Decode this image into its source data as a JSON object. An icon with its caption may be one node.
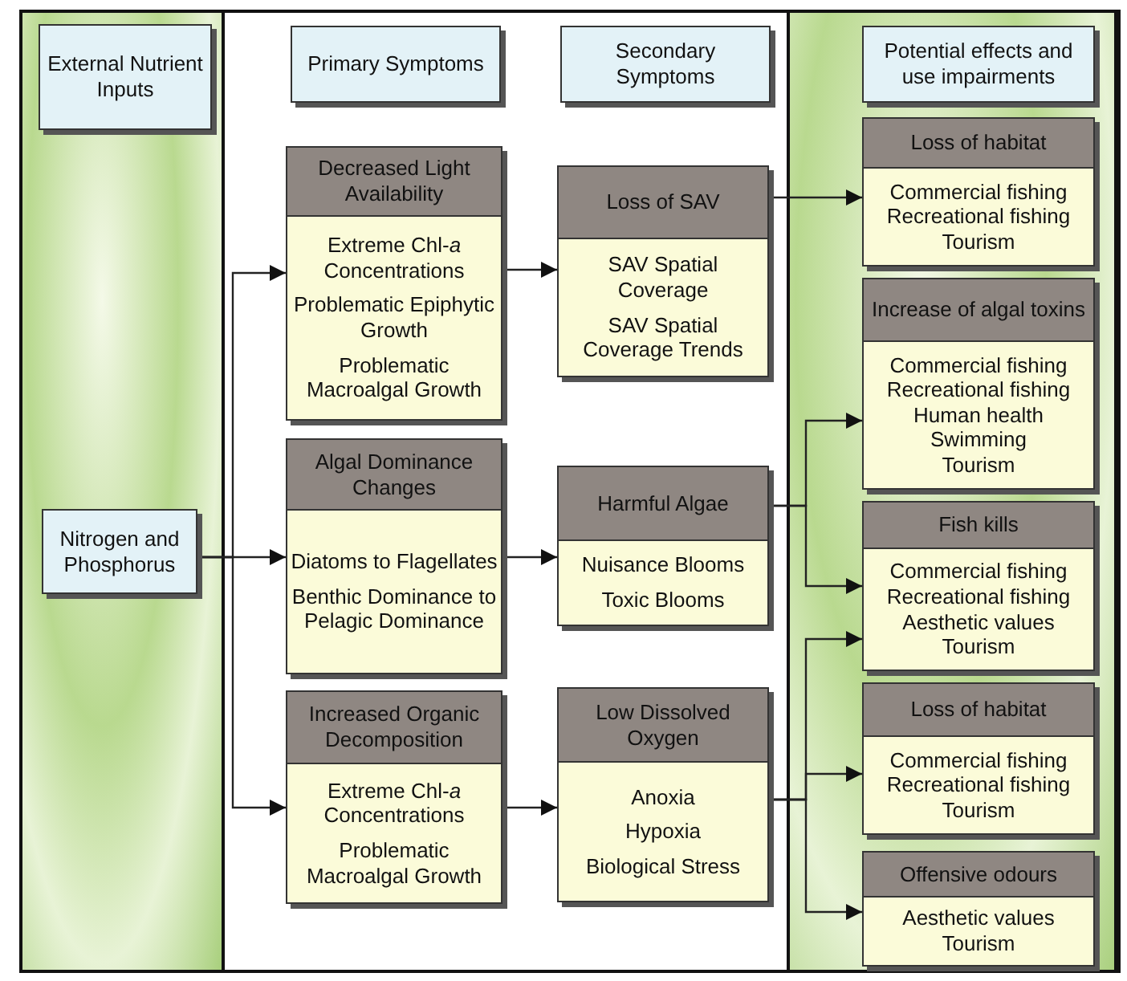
{
  "diagram": {
    "nodes": [
      {
        "text": [
          "External Nutrient Inputs"
        ]
      },
      {
        "text": [
          "Primary Symptoms"
        ]
      },
      {
        "text": [
          "Secondary Symptoms"
        ]
      },
      {
        "text": [
          "Potential effects and use impairments"
        ]
      },
      {
        "text": [
          "Nitrogen and Phosphorus"
        ]
      },
      {
        "text": [
          "Decreased Light Availability",
          "Extreme Chl-*a* Concentrations",
          "Problematic Epiphytic Growth",
          "Problematic Macroalgal Growth"
        ]
      },
      {
        "text": [
          "Algal Dominance Changes",
          "Diatoms to Flagellates",
          "Benthic Dominance to Pelagic Dominance"
        ]
      },
      {
        "text": [
          "Increased Organic Decomposition",
          "Extreme Chl-*a* Concentrations",
          "Problematic Macroalgal Growth"
        ]
      },
      {
        "text": [
          "Loss of SAV",
          "SAV Spatial Coverage",
          "SAV Spatial Coverage Trends"
        ]
      },
      {
        "text": [
          "Harmful Algae",
          "Nuisance Blooms",
          "Toxic Blooms"
        ]
      },
      {
        "text": [
          "Low Dissolved Oxygen",
          "Anoxia",
          "Hypoxia",
          "Biological Stress"
        ]
      },
      {
        "text": [
          "Loss of habitat",
          "Commercial fishing",
          "Recreational fishing",
          "Tourism"
        ]
      },
      {
        "text": [
          "Increase of algal toxins",
          "Commercial fishing",
          "Recreational fishing",
          "Human health",
          "Swimming",
          "Tourism"
        ]
      },
      {
        "text": [
          "Fish kills",
          "Commercial fishing",
          "Recreational fishing",
          "Aesthetic values",
          "Tourism"
        ]
      },
      {
        "text": [
          "Loss of habitat",
          "Commercial fishing",
          "Recreational fishing",
          "Tourism"
        ]
      },
      {
        "text": [
          "Offensive odours",
          "Aesthetic values",
          "Tourism"
        ]
      }
    ],
    "edges": [
      {
        "from": 4,
        "to": 5,
        "arrow": "to"
      },
      {
        "from": 4,
        "to": 6,
        "arrow": "to"
      },
      {
        "from": 4,
        "to": 7,
        "arrow": "to"
      },
      {
        "from": 5,
        "to": 8,
        "arrow": "to"
      },
      {
        "from": 6,
        "to": 9,
        "arrow": "to"
      },
      {
        "from": 7,
        "to": 10,
        "arrow": "to"
      },
      {
        "from": 8,
        "to": 11,
        "arrow": "to"
      },
      {
        "from": 9,
        "to": 12,
        "arrow": "to"
      },
      {
        "from": 9,
        "to": 13,
        "arrow": "to"
      },
      {
        "from": 10,
        "to": 13,
        "arrow": "to"
      },
      {
        "from": 10,
        "to": 14,
        "arrow": "to"
      },
      {
        "from": 10,
        "to": 15,
        "arrow": "to"
      }
    ]
  }
}
